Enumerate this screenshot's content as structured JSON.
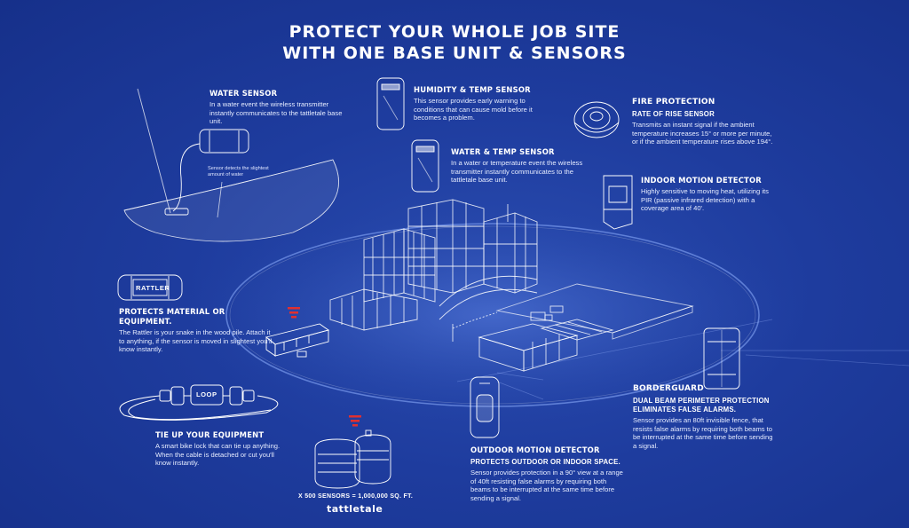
{
  "title": {
    "line1": "PROTECT YOUR WHOLE JOB SITE",
    "line2": "WITH ONE BASE UNIT & SENSORS"
  },
  "water_sensor": {
    "heading": "WATER SENSOR",
    "body": "In a water event the wireless transmitter instantly communicates to the tattletale base unit.",
    "annotation": "Sensor detects the slightest amount of water"
  },
  "humidity_temp": {
    "heading": "HUMIDITY & TEMP SENSOR",
    "body": "This sensor provides early warning to conditions that can cause mold before it becomes a problem."
  },
  "water_temp": {
    "heading": "WATER & TEMP SENSOR",
    "body": "In a water or temperature event the wireless transmitter instantly communicates to the tattletale base unit."
  },
  "fire": {
    "heading": "FIRE PROTECTION",
    "subheading": "RATE OF RISE SENSOR",
    "body": "Transmits an instant signal if the ambient temperature increases 15° or more per minute, or if the ambient temperature rises above 194°."
  },
  "indoor_motion": {
    "heading": "INDOOR MOTION DETECTOR",
    "body": "Highly sensitive to moving heat, utilizing its PIR (passive infrared detection) with a coverage area of 40'."
  },
  "rattler": {
    "device_label": "RATTLER",
    "heading": "PROTECTS MATERIAL OR EQUIPMENT.",
    "body": "The Rattler is your snake in the wood pile. Attach it to anything, if the sensor is moved in slightest you'll know instantly."
  },
  "loop": {
    "device_label": "LOOP",
    "heading": "TIE UP YOUR EQUIPMENT",
    "body": "A smart bike lock that can tie up anything. When the cable is detached or cut you'll know instantly."
  },
  "base_unit": {
    "equation": "X 500 SENSORS = 1,000,000 SQ. FT.",
    "brand": "tattletale"
  },
  "outdoor_motion": {
    "heading": "OUTDOOR MOTION DETECTOR",
    "subheading": "PROTECTS OUTDOOR OR INDOOR SPACE.",
    "body": "Sensor provides protection in a 90° view at a range of 40ft resisting false alarms by requiring both beams to be interrupted at the same time before sending a signal."
  },
  "borderguard": {
    "heading": "BORDERGUARD",
    "subheading": "DUAL BEAM PERIMETER PROTECTION ELIMINATES FALSE ALARMS.",
    "body": "Sensor provides an 80ft invisible fence, that resists false alarms by requiring both beams to be interrupted at the same time before sending a signal."
  },
  "colors": {
    "background": "#1e3c9e",
    "line": "#ffffff",
    "signal": "#e03030"
  },
  "icons": [
    "water-sensor-icon",
    "humidity-sensor-icon",
    "water-temp-sensor-icon",
    "smoke-detector-icon",
    "indoor-motion-icon",
    "rattler-sensor-icon",
    "loop-lock-icon",
    "base-unit-icon",
    "outdoor-motion-icon",
    "borderguard-icon",
    "signal-icon"
  ]
}
